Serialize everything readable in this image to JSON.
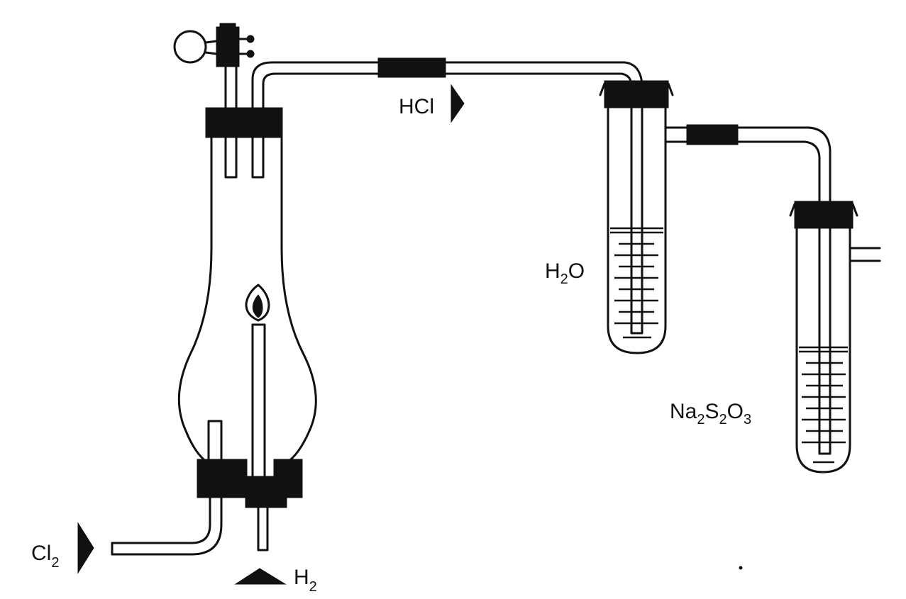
{
  "labels": {
    "hcl": "HCl",
    "h2o_main": "H",
    "h2o_sub": "2",
    "h2o_tail": "O",
    "na_main": "Na",
    "na_sub1": "2",
    "na_s": "S",
    "na_sub2": "2",
    "na_o": "O",
    "na_sub3": "3",
    "cl_main": "Cl",
    "cl_sub": "2",
    "h2_main": "H",
    "h2_sub": "2"
  },
  "colors": {
    "ink": "#111111",
    "background": "#ffffff"
  }
}
